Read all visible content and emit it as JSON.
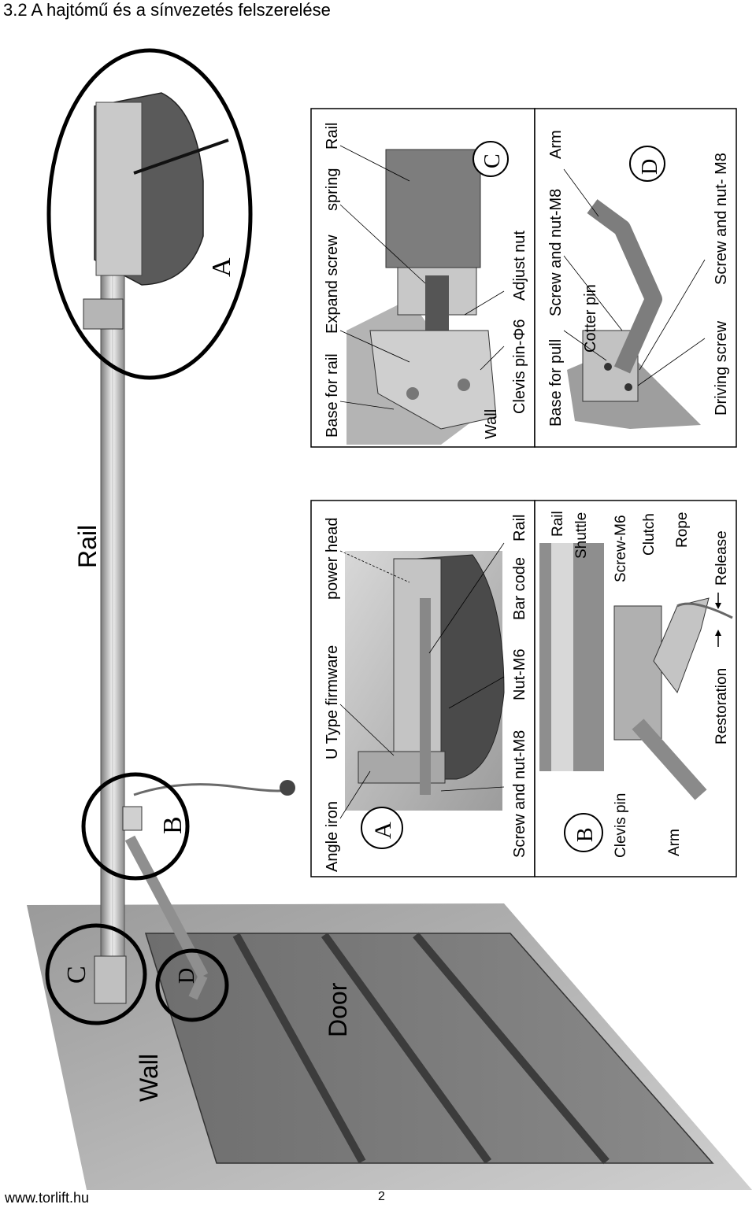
{
  "header": {
    "title": "3.2  A hajtómű és a sínvezetés felszerelése"
  },
  "footer": {
    "url": "www.torlift.hu",
    "page": "2"
  },
  "overview": {
    "rail": "Rail",
    "door": "Door",
    "wall": "Wall",
    "circle_a": "A",
    "circle_b": "B",
    "circle_c": "C",
    "circle_d": "D"
  },
  "panel_a": {
    "letter": "A",
    "labels": [
      "Angle iron",
      "U Type firmware",
      "power head",
      "Screw and nut-M8",
      "Nut-M6",
      "Bar code",
      "Rail"
    ]
  },
  "panel_b": {
    "letter": "B",
    "labels": [
      "Rail",
      "Shuttle",
      "Screw-M6",
      "Clutch",
      "Rope",
      "Clevis pin",
      "Arm",
      "Restoration",
      "Release"
    ]
  },
  "panel_c": {
    "letter": "C",
    "labels": [
      "Base for rail",
      "Expand screw",
      "spring",
      "Rail",
      "Wall",
      "Clevis pin-Φ6",
      "Adjust nut"
    ]
  },
  "panel_d": {
    "letter": "D",
    "labels": [
      "Base for pull",
      "Screw and nut-M8",
      "Arm",
      "Cotter pin",
      "Driving screw",
      "Screw and nut- M8"
    ]
  }
}
